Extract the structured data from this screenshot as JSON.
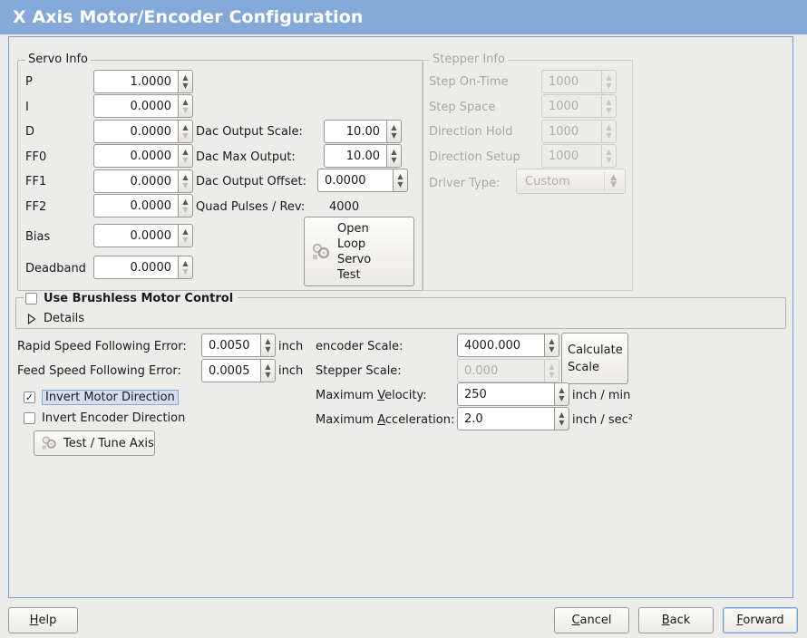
{
  "window": {
    "title": "X Axis Motor/Encoder Configuration",
    "accent_color": "#84a9d8",
    "background_color": "#ececeb"
  },
  "servo_info": {
    "legend": "Servo Info",
    "fields": [
      {
        "label": "P",
        "value": "1.0000"
      },
      {
        "label": "I",
        "value": "0.0000"
      },
      {
        "label": "D",
        "value": "0.0000"
      },
      {
        "label": "FF0",
        "value": "0.0000"
      },
      {
        "label": "FF1",
        "value": "0.0000"
      },
      {
        "label": "FF2",
        "value": "0.0000"
      },
      {
        "label": "Bias",
        "value": "0.0000"
      },
      {
        "label": "Deadband",
        "value": "0.0000"
      }
    ],
    "dac": [
      {
        "label": "Dac Output Scale:",
        "value": "10.00"
      },
      {
        "label": "Dac Max Output:",
        "value": "10.00"
      },
      {
        "label": "Dac Output Offset:",
        "value": "0.0000"
      }
    ],
    "quad_pulses": {
      "label": "Quad Pulses / Rev:",
      "value": "4000"
    },
    "open_loop_button": {
      "line1": "Open",
      "line2": "Loop",
      "line3": "Servo",
      "line4": "Test"
    }
  },
  "stepper_info": {
    "legend": "Stepper Info",
    "enabled": false,
    "fields": [
      {
        "label": "Step On-Time",
        "value": "1000"
      },
      {
        "label": "Step Space",
        "value": "1000"
      },
      {
        "label": "Direction Hold",
        "value": "1000"
      },
      {
        "label": "Direction Setup",
        "value": "1000"
      }
    ],
    "driver_type": {
      "label": "Driver Type:",
      "value": "Custom"
    }
  },
  "brushless": {
    "checkbox_label": "Use Brushless Motor Control",
    "checked": false,
    "details_label": "Details",
    "details_expanded": false
  },
  "tuning": {
    "rapid_following_error": {
      "label": "Rapid Speed Following Error:",
      "value": "0.0050",
      "unit": "inch"
    },
    "feed_following_error": {
      "label": "Feed Speed Following Error:",
      "value": "0.0005",
      "unit": "inch"
    },
    "invert_motor": {
      "label": "Invert Motor Direction",
      "checked": true,
      "focused": true
    },
    "invert_encoder": {
      "label": "Invert Encoder Direction",
      "checked": false,
      "focused": false
    },
    "test_tune_button": "Test / Tune Axis"
  },
  "scaling": {
    "encoder_scale": {
      "label": "encoder Scale:",
      "value": "4000.000",
      "enabled": true
    },
    "stepper_scale": {
      "label": "Stepper Scale:",
      "value": "0.000",
      "enabled": false
    },
    "max_velocity": {
      "label_pre": "Maximum ",
      "label_mnemonic": "V",
      "label_post": "elocity:",
      "value": "250",
      "unit": "inch / min"
    },
    "max_acceleration": {
      "label_pre": "Maximum ",
      "label_mnemonic": "A",
      "label_post": "cceleration:",
      "value": "2.0",
      "unit": "inch / sec²"
    },
    "calculate_button": {
      "line1": "Calculate",
      "line2": "Scale"
    }
  },
  "footer": {
    "help": {
      "mnemonic": "H",
      "rest": "elp"
    },
    "cancel": {
      "mnemonic": "C",
      "rest": "ancel"
    },
    "back": {
      "mnemonic": "B",
      "rest": "ack"
    },
    "forward": {
      "mnemonic": "F",
      "rest": "orward",
      "focused": true
    }
  }
}
